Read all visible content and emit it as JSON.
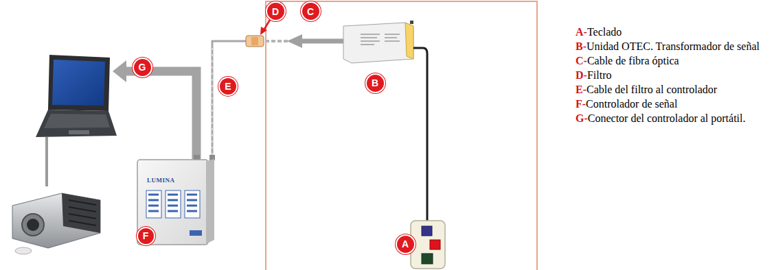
{
  "diagram": {
    "labels": [
      "D",
      "C",
      "G",
      "E",
      "B",
      "F",
      "A",
      "LUMINA",
      "A-",
      "Teclado",
      "B-",
      "Unidad OTEC. Transformador de señal",
      "C-",
      "Cable de fibra óptica",
      "D-",
      "Filtro",
      "E-",
      "Cable del filtro al controlador",
      "F-",
      "Controlador de señal",
      "G-",
      "Conector del controlador al portátil."
    ]
  }
}
